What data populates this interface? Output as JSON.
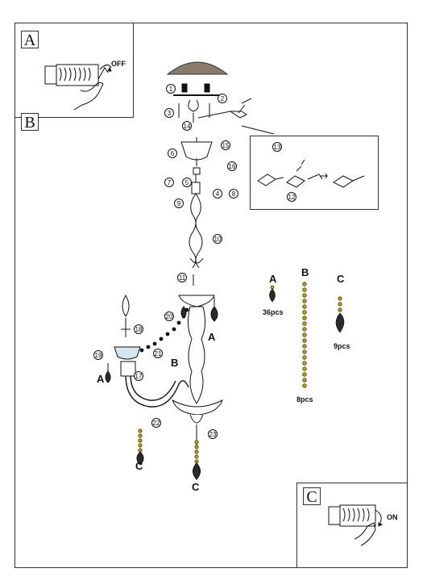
{
  "panels": {
    "a": {
      "letter": "A",
      "state": "OFF"
    },
    "b": {
      "letter": "B"
    },
    "c": {
      "letter": "C",
      "state": "ON"
    }
  },
  "legend": {
    "a": {
      "letter": "A",
      "count": "36pcs"
    },
    "b": {
      "letter": "B",
      "count": "8pcs"
    },
    "c": {
      "letter": "C",
      "count": "9pcs"
    }
  },
  "callouts": {
    "n1": "1",
    "n2": "2",
    "n3": "3",
    "n4": "4",
    "n5": "5",
    "n6": "6",
    "n7": "7",
    "n8": "8",
    "n9": "9",
    "n10": "10",
    "n11": "11",
    "n12": "12",
    "n13": "13",
    "n14": "14",
    "n15": "15",
    "n16": "16",
    "n17": "17",
    "n18": "18",
    "n19": "19",
    "n20": "20",
    "n21": "21",
    "n22": "22",
    "n23": "23"
  },
  "part_labels": {
    "arm_right_a": "A",
    "arm_left_a": "A",
    "chain_b": "B",
    "drop_left_c": "C",
    "drop_center_c": "C"
  }
}
